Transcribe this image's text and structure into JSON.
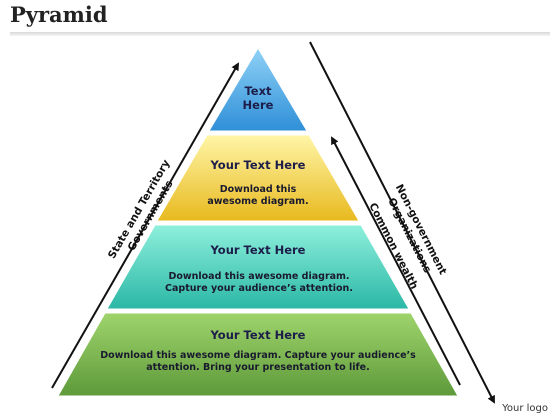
{
  "header": {
    "title": "Pyramid"
  },
  "pyramid": {
    "levels": [
      {
        "heading": "Text Here",
        "body": "",
        "color_top": "#8fd2f6",
        "color_bottom": "#2f8fd8"
      },
      {
        "heading": "Your Text Here",
        "body": "Download this awesome diagram.",
        "color_top": "#fff6a8",
        "color_bottom": "#e8b91e"
      },
      {
        "heading": "Your Text Here",
        "body": "Download this awesome diagram. Capture your audience’s attention.",
        "color_top": "#8ef0dc",
        "color_bottom": "#2bb7a6"
      },
      {
        "heading": "Your Text Here",
        "body": "Download this awesome diagram. Capture your audience’s attention. Bring your presentation to life.",
        "color_top": "#9fd46c",
        "color_bottom": "#5e9a3a"
      }
    ]
  },
  "side_labels": {
    "left": "State and Territory Governments",
    "right_outer": "Non-government Organizations",
    "right_inner": "Common wealth"
  },
  "footer": {
    "logo": "Your logo"
  }
}
